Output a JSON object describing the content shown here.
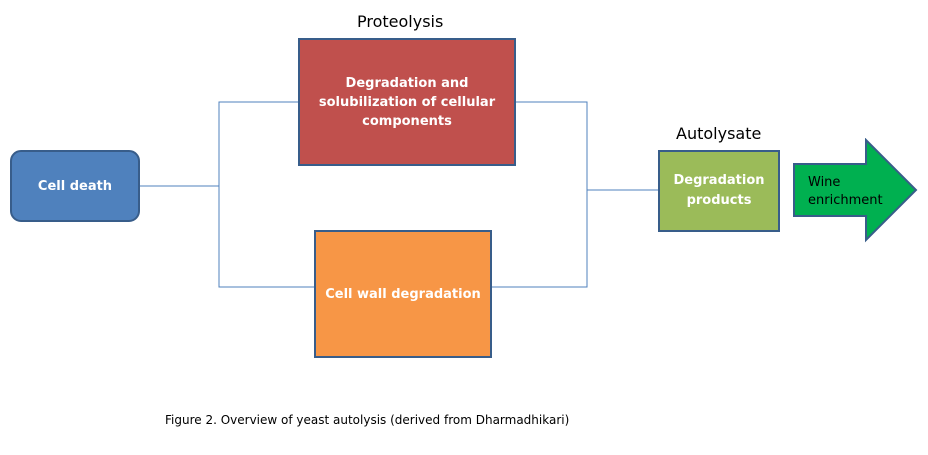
{
  "diagram": {
    "labels": {
      "proteolysis": "Proteolysis",
      "autolysate": "Autolysate"
    },
    "nodes": {
      "cell_death": "Cell death",
      "degradation_solubilization": "Degradation and solubilization of cellular components",
      "cell_wall_degradation": "Cell wall degradation",
      "degradation_products": "Degradation products",
      "wine_enrichment": "Wine enrichment"
    },
    "caption": "Figure 2. Overview of yeast autolysis (derived from Dharmadhikari)"
  },
  "colors": {
    "cell_death": "#4f81bd",
    "proteolysis": "#c0504d",
    "cell_wall": "#f79646",
    "products": "#9bbb59",
    "wine_enrichment": "#00b050",
    "border": "#385d8a",
    "connector": "#4f81bd"
  }
}
